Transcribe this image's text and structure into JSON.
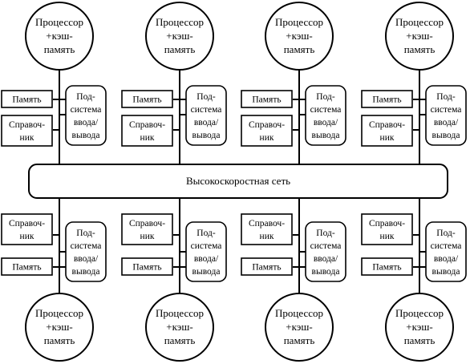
{
  "network": {
    "label": "Высокоскоростная сеть"
  },
  "node": {
    "processor_lines": [
      "Процессор",
      "+кэш-",
      "память"
    ],
    "memory_label": "Память",
    "directory_lines": [
      "Справоч-",
      "ник"
    ],
    "io_lines": [
      "Под-",
      "система",
      "ввода/",
      "вывода"
    ]
  },
  "layout_groups": {
    "top": {
      "count": 4
    },
    "bottom": {
      "count": 4
    }
  }
}
